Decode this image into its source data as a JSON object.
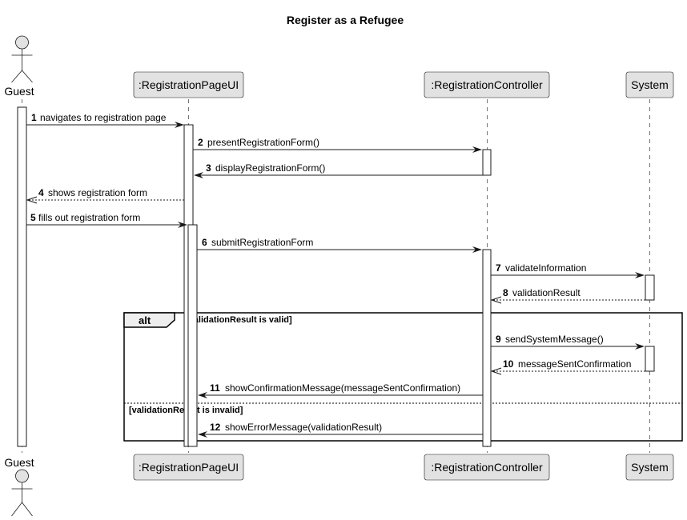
{
  "title": "Register as a Refugee",
  "participants": [
    {
      "id": "guest",
      "label": "Guest",
      "kind": "actor"
    },
    {
      "id": "ui",
      "label": ":RegistrationPageUI",
      "kind": "participant"
    },
    {
      "id": "ctrl",
      "label": ":RegistrationController",
      "kind": "participant"
    },
    {
      "id": "sys",
      "label": "System",
      "kind": "participant"
    }
  ],
  "messages": [
    {
      "num": "1",
      "text": "navigates to registration page",
      "from": "guest",
      "to": "ui",
      "type": "sync"
    },
    {
      "num": "2",
      "text": "presentRegistrationForm()",
      "from": "ui",
      "to": "ctrl",
      "type": "sync"
    },
    {
      "num": "3",
      "text": "displayRegistrationForm()",
      "from": "ctrl",
      "to": "ui",
      "type": "sync"
    },
    {
      "num": "4",
      "text": "shows registration form",
      "from": "ui",
      "to": "guest",
      "type": "reply"
    },
    {
      "num": "5",
      "text": "fills out registration form",
      "from": "guest",
      "to": "ui",
      "type": "sync"
    },
    {
      "num": "6",
      "text": "submitRegistrationForm",
      "from": "ui",
      "to": "ctrl",
      "type": "sync"
    },
    {
      "num": "7",
      "text": "validateInformation",
      "from": "ctrl",
      "to": "sys",
      "type": "sync"
    },
    {
      "num": "8",
      "text": "validationResult",
      "from": "sys",
      "to": "ctrl",
      "type": "reply"
    },
    {
      "num": "9",
      "text": "sendSystemMessage()",
      "from": "ctrl",
      "to": "sys",
      "type": "sync"
    },
    {
      "num": "10",
      "text": "messageSentConfirmation",
      "from": "sys",
      "to": "ctrl",
      "type": "reply"
    },
    {
      "num": "11",
      "text": "showConfirmationMessage(messageSentConfirmation)",
      "from": "ctrl",
      "to": "ui",
      "type": "sync"
    },
    {
      "num": "12",
      "text": "showErrorMessage(validationResult)",
      "from": "ctrl",
      "to": "ui",
      "type": "sync"
    }
  ],
  "alt_frame": {
    "keyword": "alt",
    "guard_1": "[validationResult is valid]",
    "guard_2": "[validationResult is invalid]"
  }
}
